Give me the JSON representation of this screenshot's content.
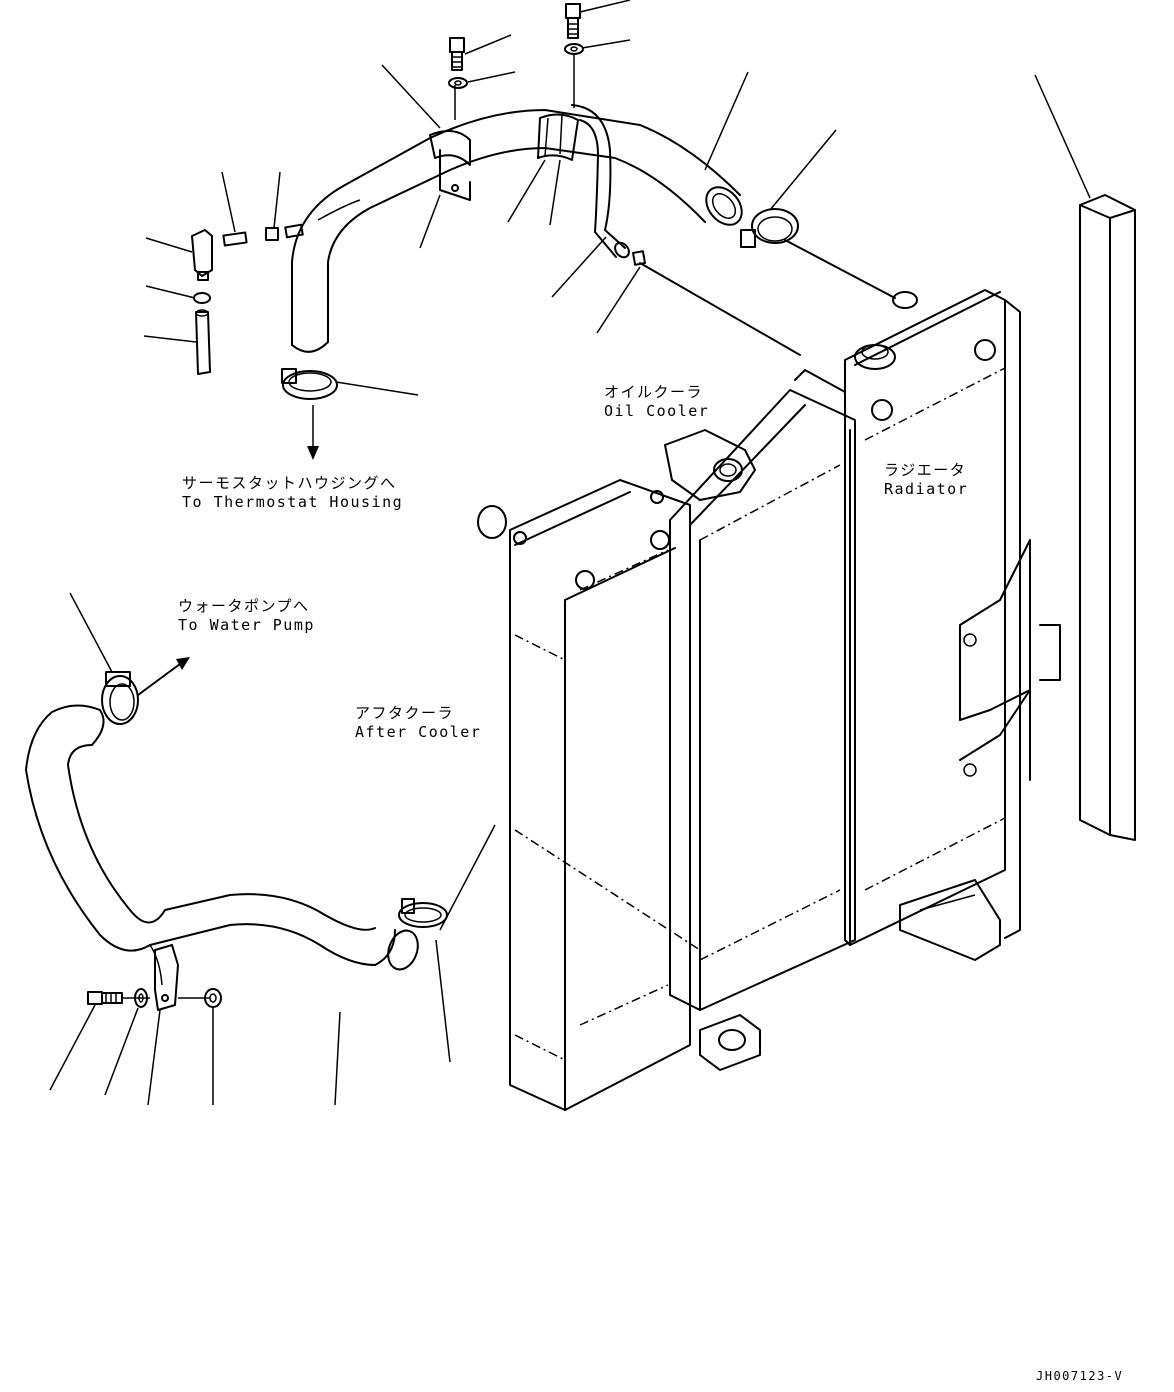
{
  "labels": {
    "thermostat_housing": {
      "jp": "サーモスタットハウジングへ",
      "en": "To Thermostat Housing"
    },
    "water_pump": {
      "jp": "ウォータポンプへ",
      "en": "To Water Pump"
    },
    "oil_cooler": {
      "jp": "オイルクーラ",
      "en": "Oil Cooler"
    },
    "radiator": {
      "jp": "ラジエータ",
      "en": "Radiator"
    },
    "after_cooler": {
      "jp": "アフタクーラ",
      "en": "After Cooler"
    }
  },
  "drawing_code": "JH007123-V"
}
